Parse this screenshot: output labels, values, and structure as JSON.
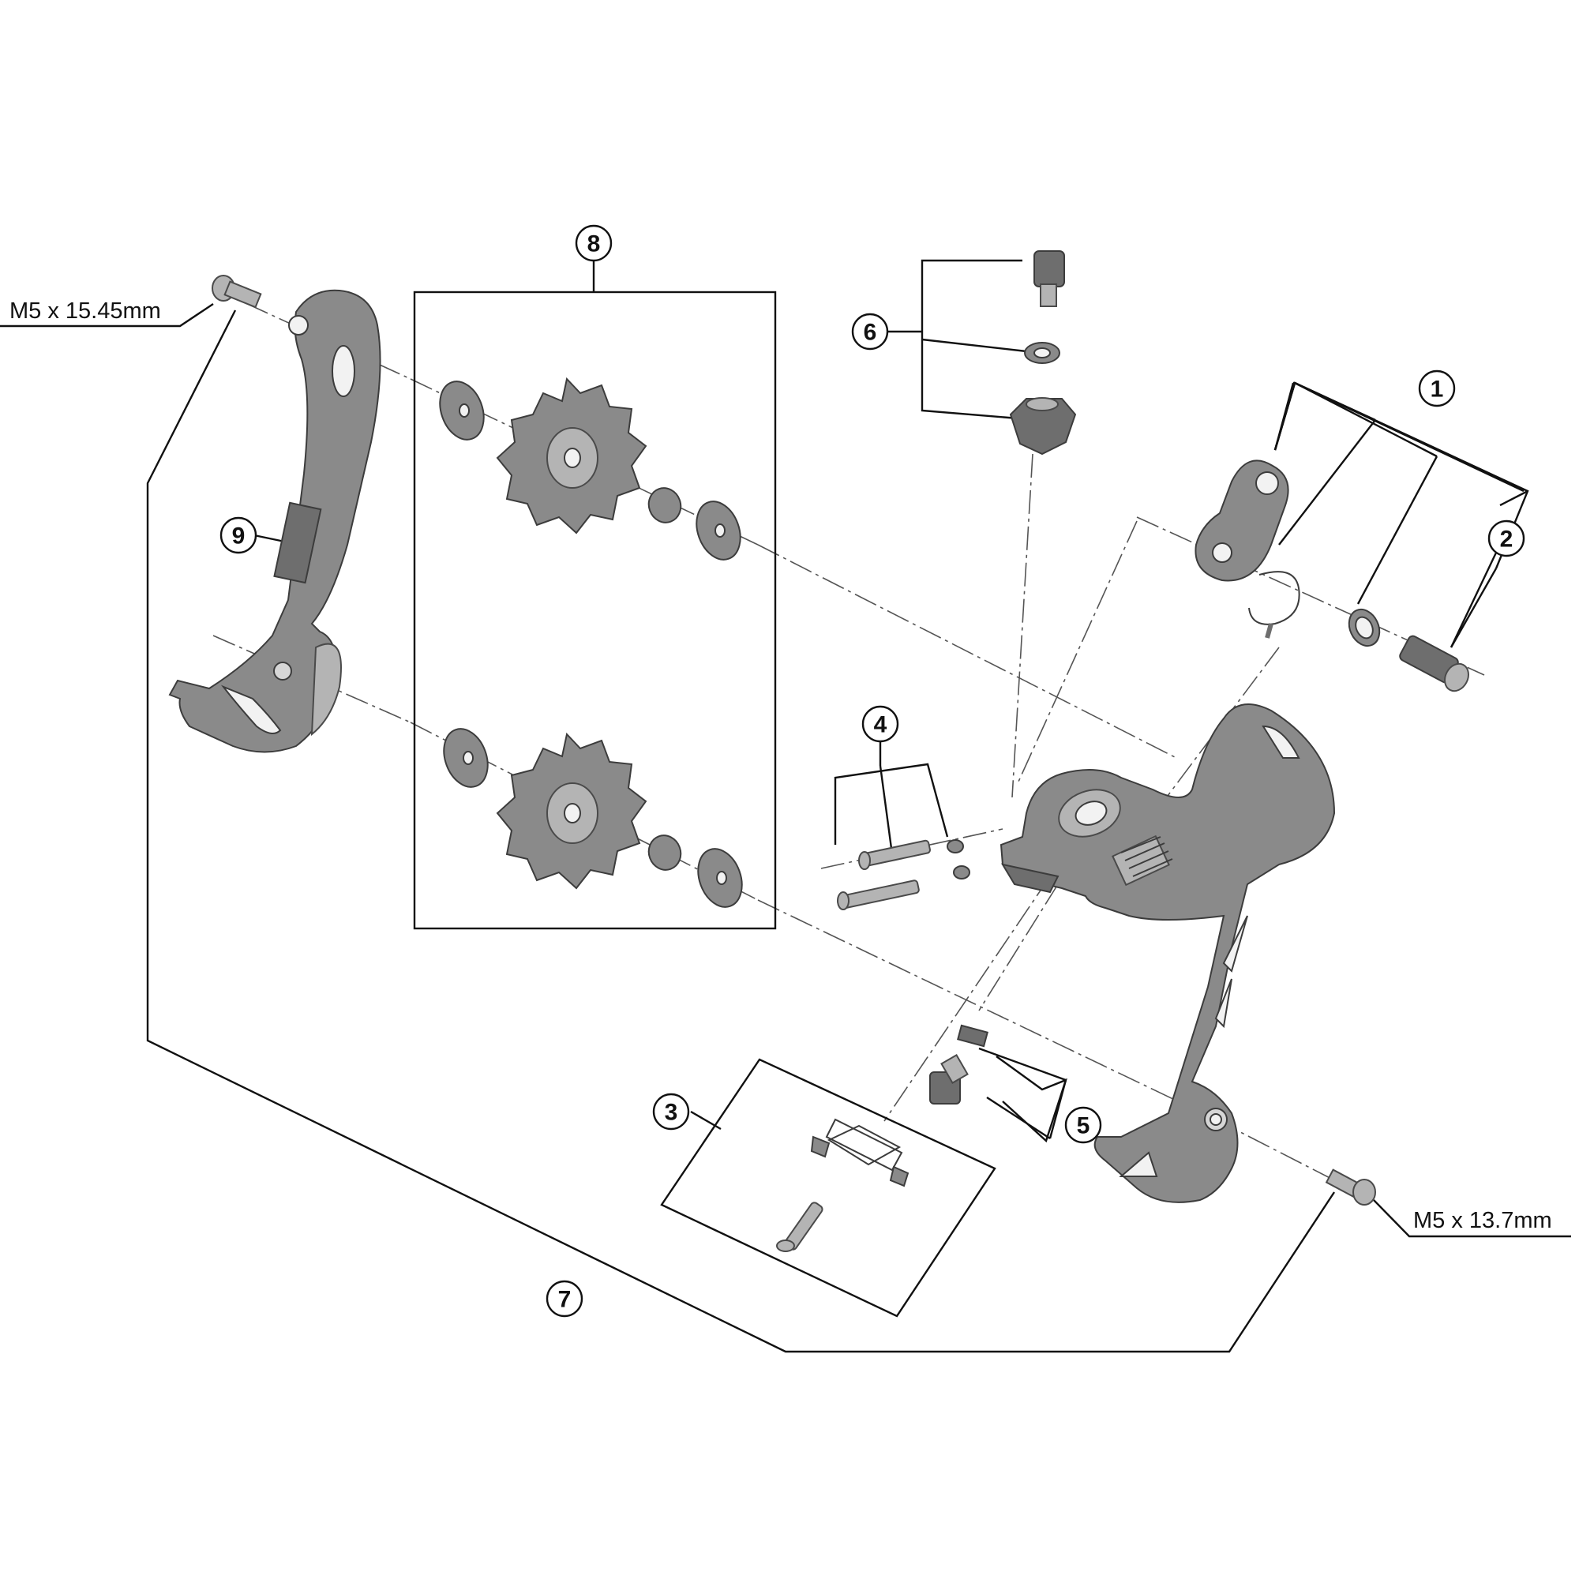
{
  "callouts": [
    {
      "id": "callout-1",
      "number": "1"
    },
    {
      "id": "callout-2",
      "number": "2"
    },
    {
      "id": "callout-3",
      "number": "3"
    },
    {
      "id": "callout-4",
      "number": "4"
    },
    {
      "id": "callout-5",
      "number": "5"
    },
    {
      "id": "callout-6",
      "number": "6"
    },
    {
      "id": "callout-7",
      "number": "7"
    },
    {
      "id": "callout-8",
      "number": "8"
    },
    {
      "id": "callout-9",
      "number": "9"
    }
  ],
  "bolt_specs": {
    "upper_left": "M5 x 15.45mm",
    "lower_right": "M5 x 13.7mm"
  },
  "colors": {
    "line": "#111111",
    "part_fill": "#7a7a7a",
    "background": "#ffffff"
  }
}
